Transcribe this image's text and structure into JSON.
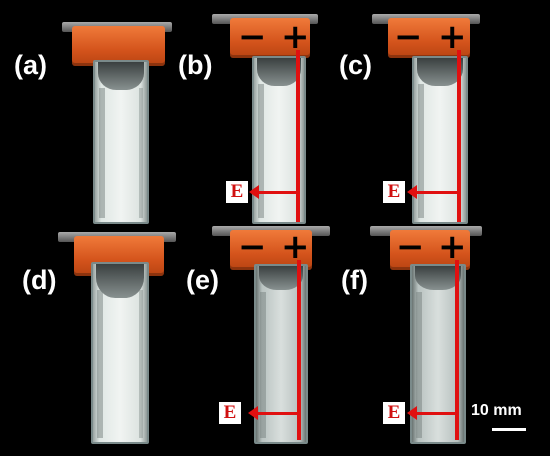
{
  "panels": [
    {
      "label": "(a)",
      "field": false
    },
    {
      "label": "(b)",
      "field": true,
      "minus": "−",
      "plus": "+",
      "e_label": "E"
    },
    {
      "label": "(c)",
      "field": true,
      "minus": "−",
      "plus": "+",
      "e_label": "E"
    },
    {
      "label": "(d)",
      "field": false
    },
    {
      "label": "(e)",
      "field": true,
      "minus": "−",
      "plus": "+",
      "e_label": "E"
    },
    {
      "label": "(f)",
      "field": true,
      "minus": "−",
      "plus": "+",
      "e_label": "E"
    }
  ],
  "scale_bar": {
    "label": "10 mm"
  },
  "colors": {
    "cap": "#d4541c",
    "electrode": "#e01010",
    "background": "#000000"
  }
}
